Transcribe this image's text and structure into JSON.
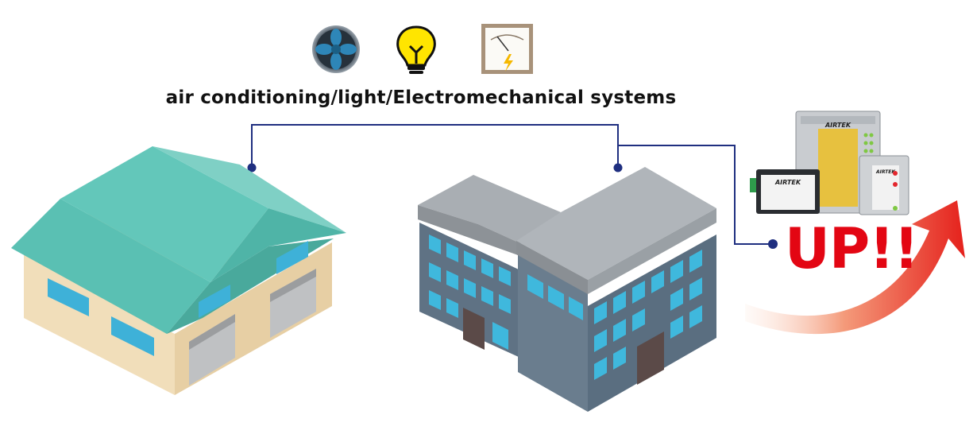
{
  "caption": "air conditioning/light/Electromechanical systems",
  "up_text": "UP!!",
  "device_brand": "AIRTEK",
  "icons": [
    "fan-icon",
    "light-bulb-icon",
    "meter-icon"
  ],
  "colors": {
    "connector": "#1f2f80",
    "accent_red": "#e30613",
    "roof_teal": "#58bfb2",
    "glass_blue": "#3ab5d6",
    "office_grey": "#a8adb2"
  }
}
